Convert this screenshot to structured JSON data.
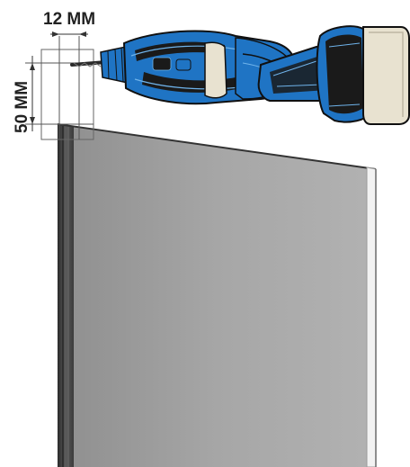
{
  "dimensions": {
    "width_label": "12 MM",
    "height_label": "50 MM"
  },
  "colors": {
    "drill_body": "#1f74c4",
    "drill_dark": "#1a1a1a",
    "drill_highlight": "#6fb3ea",
    "battery": "#e8e2d0",
    "door_face": "#a3a3a3",
    "door_edge": "#3c3c3c",
    "door_side_strip": "#f2f2f2",
    "guide_line": "#555555"
  },
  "icons": {
    "drill": "cordless-drill-icon",
    "door": "door-panel"
  }
}
